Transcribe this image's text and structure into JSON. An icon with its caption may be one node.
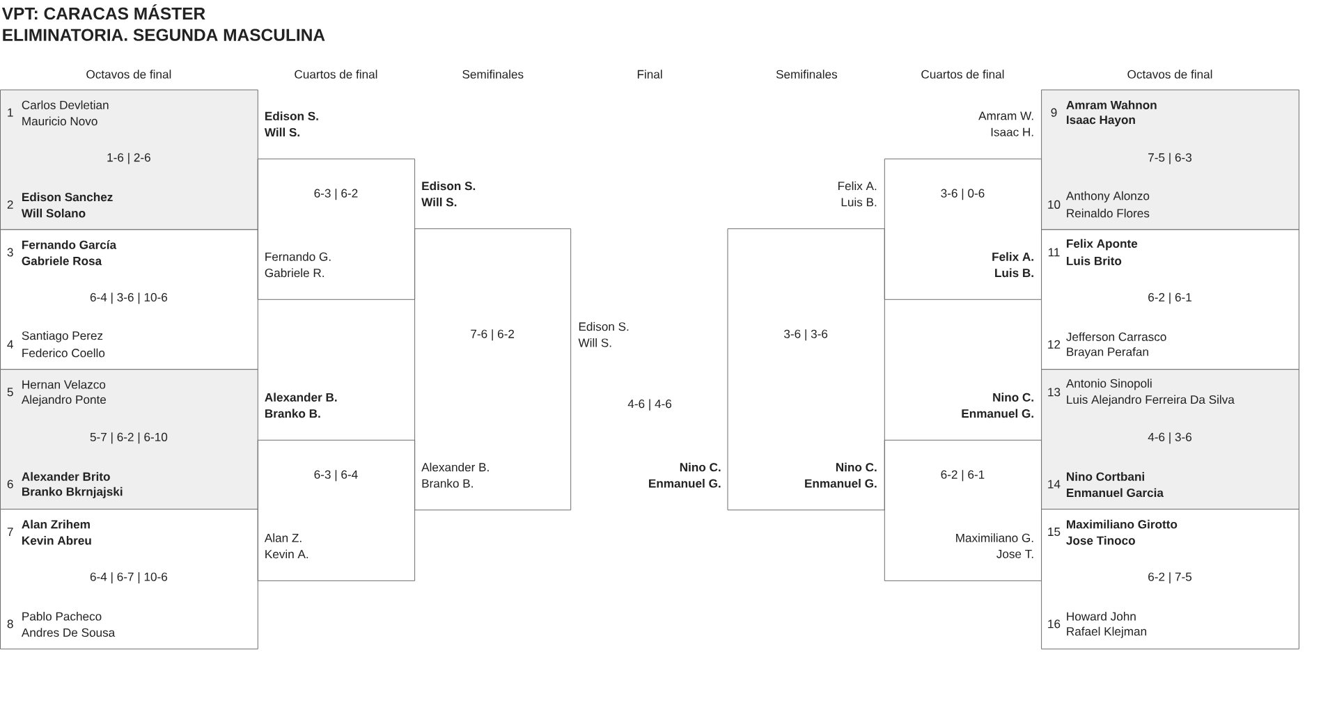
{
  "diagram": {
    "title": "VPT: CARACAS MÁSTER",
    "nodes": [
      {
        "text": [
          "1",
          "Carlos Devletian",
          "Mauricio Novo",
          "1-6 | 2-6",
          "2",
          "Edison Sanchez",
          "Will Solano"
        ]
      },
      {
        "text": [
          "3",
          "Fernando García",
          "Gabriele Rosa",
          "6-4 | 3-6 | 10-6",
          "4",
          "Santiago Perez",
          "Federico Coello"
        ]
      },
      {
        "text": [
          "5",
          "Hernan Velazco",
          "Alejandro Ponte",
          "5-7 | 6-2 | 6-10",
          "6",
          "Alexander Brito",
          "Branko Bkrnjajski"
        ]
      },
      {
        "text": [
          "7",
          "Alan Zrihem",
          "Kevin Abreu",
          "6-4 | 6-7 | 10-6",
          "8",
          "Pablo Pacheco",
          "Andres De Sousa"
        ]
      },
      {
        "text": [
          "Edison S.",
          "Will S.",
          "6-3 | 6-2",
          "Fernando G.",
          "Gabriele R."
        ]
      },
      {
        "text": [
          "Alexander B.",
          "Branko B.",
          "6-3 | 6-4",
          "Alan Z.",
          "Kevin A."
        ]
      },
      {
        "text": [
          "Edison S.",
          "Will S.",
          "7-6 | 6-2",
          "Alexander B.",
          "Branko B."
        ]
      },
      {
        "text": [
          "Felix A.",
          "Luis B.",
          "3-6 | 3-6",
          "Nino C.",
          "Enmanuel G."
        ]
      },
      {
        "text": [
          "Amram W.",
          "Isaac H.",
          "3-6 | 0-6",
          "Felix A.",
          "Luis B."
        ]
      },
      {
        "text": [
          "Nino C.",
          "Enmanuel G.",
          "6-2 | 6-1",
          "Maximiliano G.",
          "Jose T."
        ]
      },
      {
        "text": [
          "9",
          "Amram Wahnon",
          "Isaac Hayon",
          "7-5 | 6-3",
          "10",
          "Anthony Alonzo",
          "Reinaldo Flores"
        ]
      },
      {
        "text": [
          "11",
          "Felix Aponte",
          "Luis Brito",
          "6-2 | 6-1",
          "12",
          "Jefferson Carrasco",
          "Brayan Perafan"
        ]
      },
      {
        "text": [
          "13",
          "Antonio Sinopoli",
          "Luis Alejandro Ferreira Da Silva",
          "4-6 | 3-6",
          "14",
          "Nino Cortbani",
          "Enmanuel Garcia"
        ]
      },
      {
        "text": [
          "15",
          "Maximiliano Girotto",
          "Jose Tinoco",
          "6-2 | 7-5",
          "16",
          "Howard John",
          "Rafael Klejman"
        ]
      }
    ],
    "labels": [
      "ELIMINATORIA. SEGUNDA MASCULINA",
      "Octavos de final",
      "Cuartos de final",
      "Semifinales",
      "Final",
      "Semifinales",
      "Cuartos de final",
      "Octavos de final",
      "Edison S.",
      "Will S.",
      "4-6 | 4-6",
      "Nino C.",
      "Enmanuel G."
    ]
  }
}
